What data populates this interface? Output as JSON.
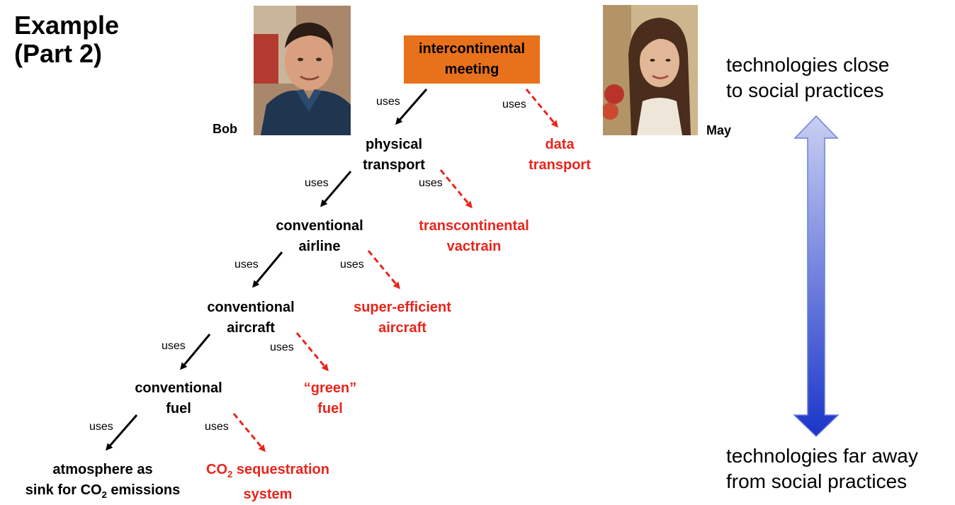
{
  "title": {
    "line1": "Example",
    "line2": "(Part 2)"
  },
  "people": {
    "left": {
      "name": "Bob"
    },
    "right": {
      "name": "May"
    }
  },
  "root": {
    "line1": "intercontinental",
    "line2": "meeting",
    "color": "#e8711b"
  },
  "edge_label": "uses",
  "chain": [
    {
      "line1": "physical",
      "line2": "transport"
    },
    {
      "line1": "conventional",
      "line2": "airline"
    },
    {
      "line1": "conventional",
      "line2": "aircraft"
    },
    {
      "line1": "conventional",
      "line2": "fuel"
    },
    {
      "line1": "atmosphere as",
      "line2_pre": "sink for CO",
      "line2_sub": "2",
      "line2_post": " emissions"
    }
  ],
  "alternatives": [
    {
      "line1": "data",
      "line2": "transport"
    },
    {
      "line1": "transcontinental",
      "line2": "vactrain"
    },
    {
      "line1": "super-efficient",
      "line2": "aircraft"
    },
    {
      "line1": "“green”",
      "line2": "fuel"
    },
    {
      "line1_pre": "CO",
      "line1_sub": "2",
      "line1_post": " sequestration",
      "line2": "system"
    }
  ],
  "scale": {
    "top_line1": "technologies close",
    "top_line2": "to social practices",
    "bottom_line1": "technologies far away",
    "bottom_line2": "from social practices"
  },
  "colors": {
    "alternative": "#e8251b",
    "arrow_top": "#c9cff2",
    "arrow_bottom": "#1a35c9"
  }
}
